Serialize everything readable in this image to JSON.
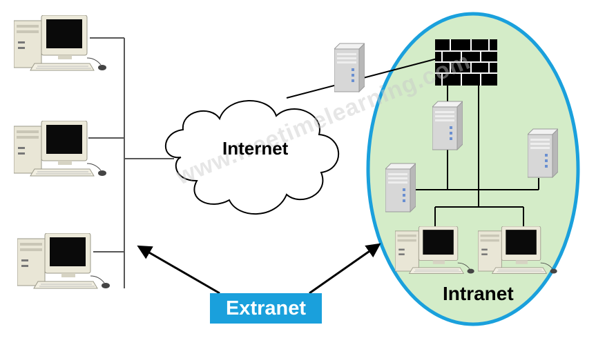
{
  "labels": {
    "internet": "Internet",
    "intranet": "Intranet",
    "extranet": "Extranet",
    "watermark": "www.freetimelearning.com"
  },
  "colors": {
    "intranet_fill": "#d4ecc8",
    "intranet_border": "#1aa0dc",
    "extranet_box": "#1aa0dc",
    "lines": "#000000"
  },
  "icons": {
    "desktop_computer": "desktop-computer-icon",
    "server": "server-icon",
    "firewall": "firewall-icon",
    "cloud": "cloud-icon"
  }
}
